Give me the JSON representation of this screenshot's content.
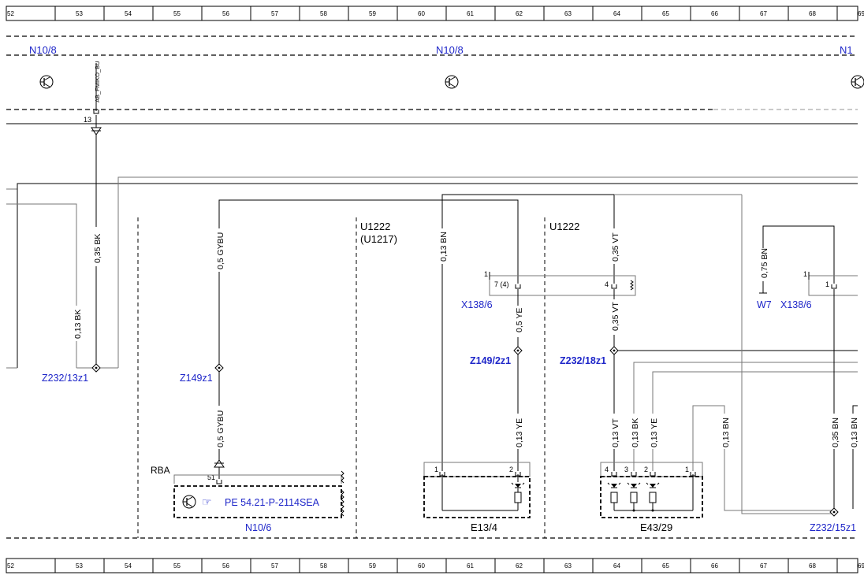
{
  "ruler": {
    "columns": [
      "52",
      "53",
      "54",
      "55",
      "56",
      "57",
      "58",
      "59",
      "60",
      "61",
      "62",
      "63",
      "64",
      "65",
      "66",
      "67",
      "68",
      "69"
    ]
  },
  "components": {
    "n10_8_left": "N10/8",
    "n10_8_mid": "N10/8",
    "n10_8_right_cut": "N1",
    "n10_6": "N10/6",
    "rba": "RBA",
    "pe_ref": "PE 54.21-P-2114SEA",
    "u1222_a": "U1222",
    "u1217": "(U1217)",
    "u1222_b": "U1222",
    "x138_6_a": "X138/6",
    "x138_6_b": "X138/6",
    "w7": "W7",
    "e13_4": "E13/4",
    "e43_29": "E43/29"
  },
  "nodes": {
    "z232_13z1": "Z232/13z1",
    "z149z1": "Z149z1",
    "z149_2z1": "Z149/2z1",
    "z232_18z1": "Z232/18z1",
    "z232_15z1": "Z232/15z1"
  },
  "wires": {
    "w_035bk": "0,35 BK",
    "w_013bk": "0,13 BK",
    "w_05gybu_top": "0,5 GYBU",
    "w_05gybu_bot": "0,5 GYBU",
    "w_013bn_a": "0,13 BN",
    "w_035vt_top": "0,35 VT",
    "w_05ye": "0,5 YE",
    "w_035vt_mid": "0,35 VT",
    "w_013ye_a": "0,13 YE",
    "w_075bn": "0,75 BN",
    "w_013vt": "0,13 VT",
    "w_013bk_b": "0,13 BK",
    "w_013ye_b": "0,13 YE",
    "w_013bn_b": "0,13 BN",
    "w_035bn": "0,35 BN",
    "w_013bn_c": "0,13 BN",
    "fmiko": "AB_FMIKO_BU"
  },
  "pins": {
    "p13": "13",
    "p51": "51",
    "x1a": "1",
    "x74": "7 (4)",
    "x4": "4",
    "x1b": "1",
    "x1c": "1",
    "e13_1": "1",
    "e13_2": "2",
    "e43_4": "4",
    "e43_3": "3",
    "e43_2": "2",
    "e43_1": "1"
  }
}
